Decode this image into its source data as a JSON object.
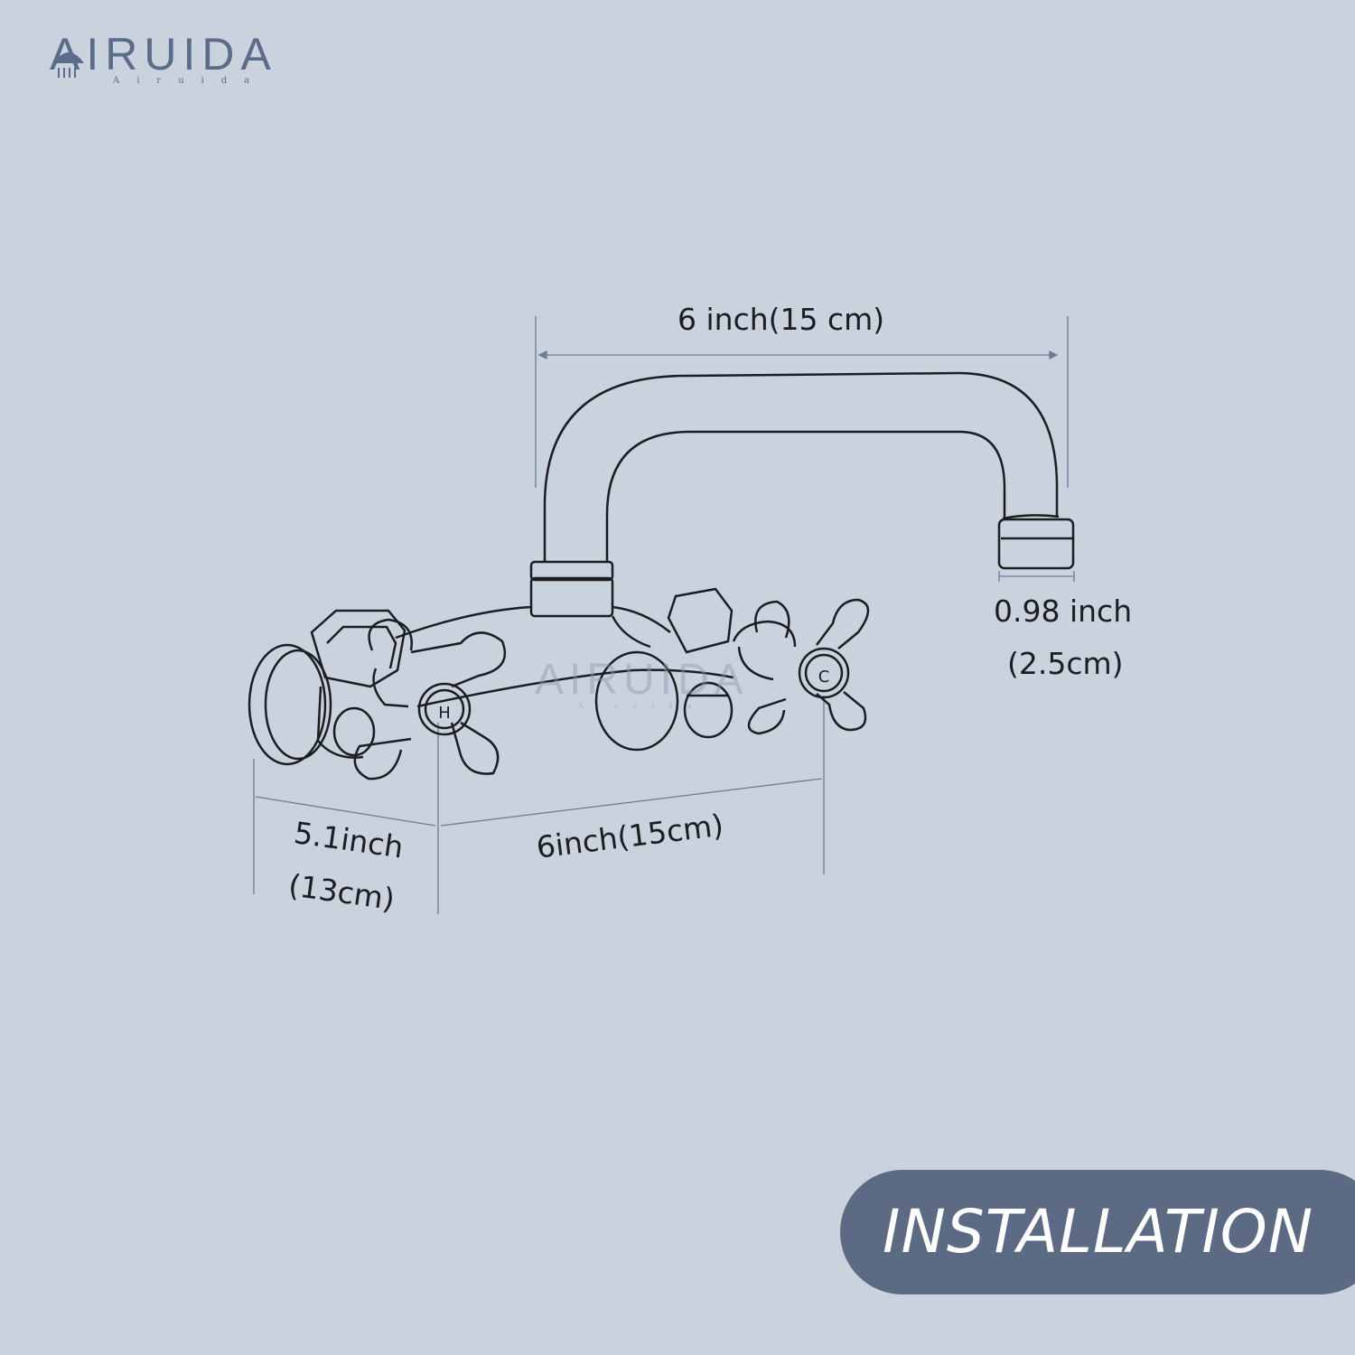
{
  "brand": {
    "name": "AIRUIDA",
    "tagline": "Airuida",
    "color": "#5b6b8a"
  },
  "watermark": {
    "name": "AIRUIDA",
    "tagline": "Airuida"
  },
  "dimensions": {
    "spout_reach": "6 inch(15 cm)",
    "outlet_diameter_in": "0.98 inch",
    "outlet_diameter_cm": "(2.5cm)",
    "wall_projection_in": "5.1inch",
    "wall_projection_cm": "(13cm)",
    "center_spacing": "6inch(15cm)"
  },
  "handles": {
    "hot": "H",
    "cold": "C"
  },
  "badge": {
    "label": "INSTALLATION",
    "color": "#5c6a84"
  },
  "background": "#cad2de",
  "icons": [
    "shower-icon"
  ]
}
